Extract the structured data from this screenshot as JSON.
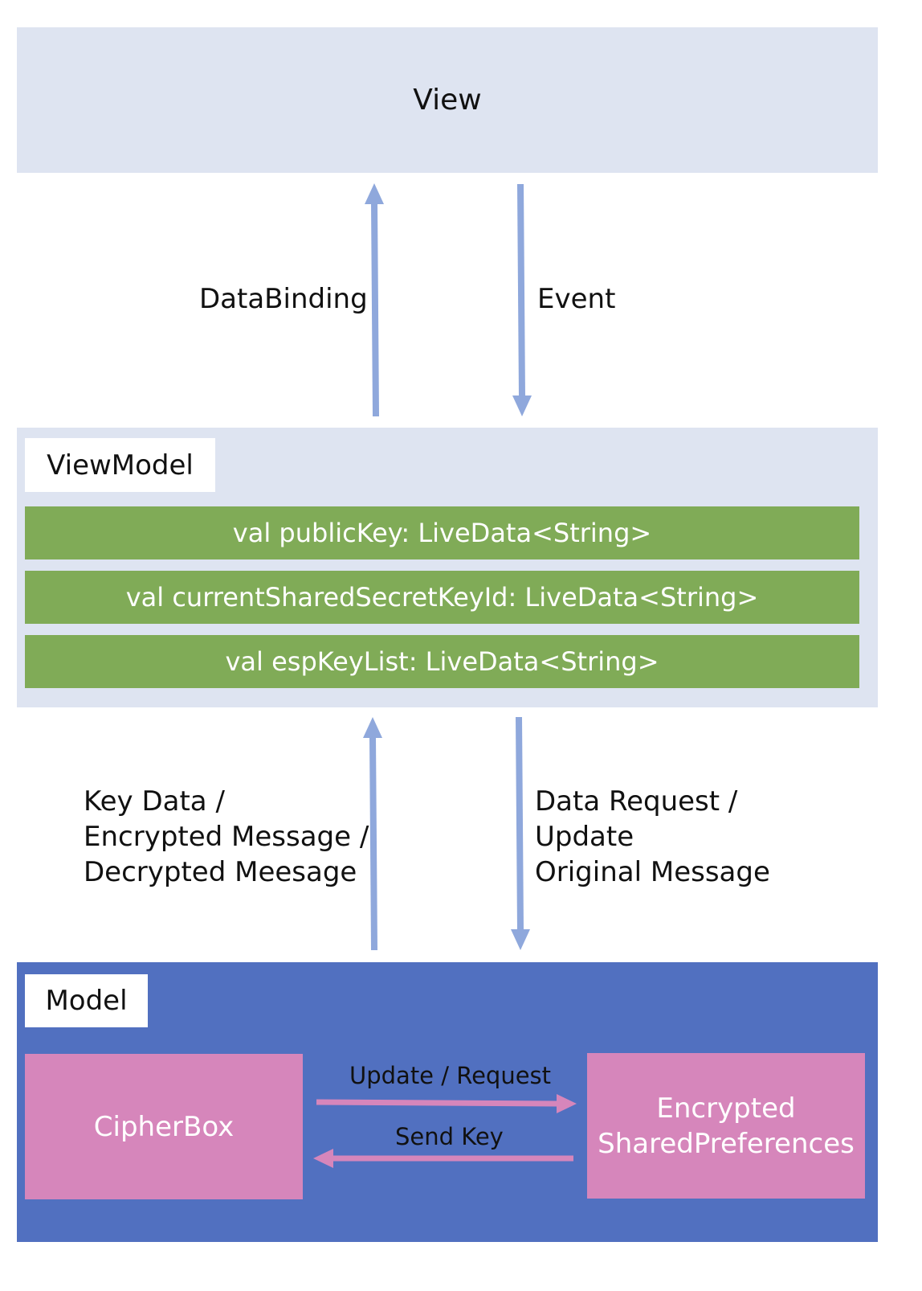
{
  "view": {
    "title": "View"
  },
  "arrows_top": {
    "left_label": "DataBinding",
    "right_label": "Event"
  },
  "viewmodel": {
    "title": "ViewModel",
    "rows": [
      "val publicKey: LiveData<String>",
      "val currentSharedSecretKeyId: LiveData<String>",
      "val espKeyList: LiveData<String>"
    ]
  },
  "arrows_bottom": {
    "left_label": "Key Data /\nEncrypted Message /\nDecrypted Meesage",
    "right_label": "Data Request /\nUpdate\nOriginal Message"
  },
  "model": {
    "title": "Model",
    "cipherbox": "CipherBox",
    "prefs": "Encrypted\nSharedPreferences",
    "arrow_right_label": "Update / Request",
    "arrow_left_label": "Send Key"
  },
  "colors": {
    "view_bg": "#dee4f1",
    "model_bg": "#5170c0",
    "row_green": "#80ab57",
    "box_pink": "#d686bb",
    "arrow_blue": "#8fa8dc",
    "arrow_pink": "#d686bb"
  }
}
